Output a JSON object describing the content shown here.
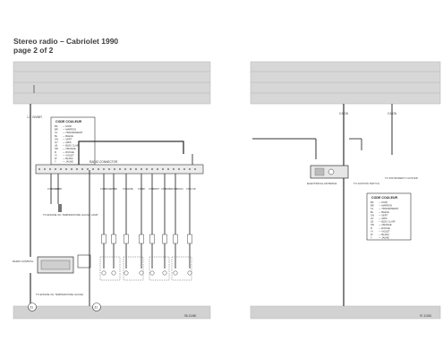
{
  "header": {
    "title": "Stereo radio – Cabriolet 1990",
    "subtitle": "page 2 of 2"
  },
  "diagram": {
    "left_page": {
      "colour_legend_title": "CODE COULEUR",
      "legend_rows": [
        {
          "code": "BK",
          "name": "NOIR"
        },
        {
          "code": "BR",
          "name": "MARRON"
        },
        {
          "code": "CL",
          "name": "TRANSPARENT"
        },
        {
          "code": "BL",
          "name": "BLEUE"
        },
        {
          "code": "GN",
          "name": "VERT"
        },
        {
          "code": "GY",
          "name": "GRIS"
        },
        {
          "code": "LB",
          "name": "BLEU CLAIR"
        },
        {
          "code": "OR",
          "name": "ORANGE"
        },
        {
          "code": "R",
          "name": "ROUGE"
        },
        {
          "code": "VI",
          "name": "VIOLET"
        },
        {
          "code": "W",
          "name": "BLANC"
        },
        {
          "code": "Y",
          "name": "JAUNE"
        }
      ],
      "radio_connector_label": "RADIO CONNECTOR",
      "label_to_engine_temp_1": "TO ENGINE OIL TEMPERATURE GAUGE LAMP",
      "label_radio_control": "RADIO CONTROL",
      "label_to_engine_temp_2": "TO ENGINE OIL TEMPERATURE GAUGE",
      "wire_top": "1.5 GN/BR",
      "wire_sizes": [
        "0.5 BR/GN",
        "0.5 BR",
        "0.5 BR/GN",
        "0.5 BR",
        "0.5 GN/BL",
        "0.5 BR",
        "0.5 BR/RT",
        "0.5 BR/BR",
        "0.5 BR/GN",
        "0.5 GY/R"
      ],
      "ground_ref_a": "31",
      "ground_ref_b": "31",
      "page_code": "95-11060"
    },
    "right_page": {
      "colour_legend_title": "CODE COULEUR",
      "legend_rows": [
        {
          "code": "BK",
          "name": "NOIR"
        },
        {
          "code": "BR",
          "name": "MARRON"
        },
        {
          "code": "CL",
          "name": "TRANSPARENT"
        },
        {
          "code": "BL",
          "name": "BLEUE"
        },
        {
          "code": "GN",
          "name": "VERT"
        },
        {
          "code": "GY",
          "name": "GRIS"
        },
        {
          "code": "LB",
          "name": "BLEU CLAIR"
        },
        {
          "code": "OR",
          "name": "ORANGE"
        },
        {
          "code": "R",
          "name": "ROUGE"
        },
        {
          "code": "VI",
          "name": "VIOLET"
        },
        {
          "code": "W",
          "name": "BLANC"
        },
        {
          "code": "Y",
          "name": "JAUNE"
        }
      ],
      "label_electrical_antenna": "ELECTRICAL ANTENNA",
      "label_ignition_switch": "TO IGNITION SWITCH",
      "label_instrument_cluster": "TO INSTRUMENT CLUSTER",
      "wire_top_a": "0.5 GN",
      "wire_top_b": "0.5 GN",
      "page_code": "97-11061"
    }
  }
}
